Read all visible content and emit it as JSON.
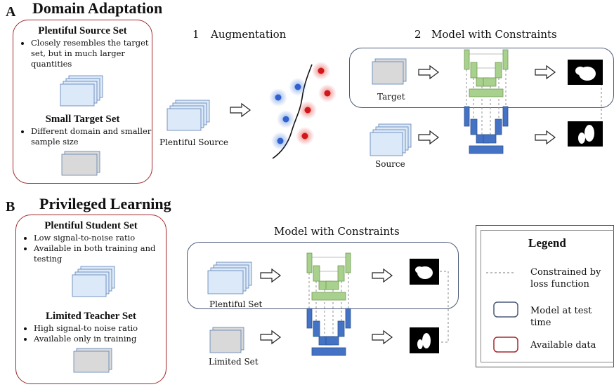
{
  "panel_a": {
    "letter": "A",
    "title": "Domain Adaptation",
    "source_box_title": "Plentiful Source Set",
    "source_bullets": [
      "Closely resembles the target set, but in much larger quantities"
    ],
    "target_box_title": "Small Target Set",
    "target_bullets": [
      "Different domain and smaller sample size"
    ],
    "step1_number": "1",
    "step1_label": "Augmentation",
    "step2_number": "2",
    "step2_label": "Model with Constraints",
    "plentiful_source_caption": "Plentiful Source",
    "target_caption": "Target",
    "source_caption": "Source"
  },
  "panel_b": {
    "letter": "B",
    "title": "Privileged Learning",
    "student_box_title": "Plentiful Student Set",
    "student_bullets": [
      "Low signal-to-noise ratio",
      "Available in both training and testing"
    ],
    "teacher_box_title": "Limited Teacher Set",
    "teacher_bullets": [
      "High signal-to noise ratio",
      "Available only in training"
    ],
    "model_label": "Model with Constraints",
    "plentiful_set_caption": "Plentiful Set",
    "limited_set_caption": "Limited Set"
  },
  "legend": {
    "title": "Legend",
    "items": [
      {
        "icon": "dashed-line",
        "label": "Constrained by loss function"
      },
      {
        "icon": "blue-rounded-box",
        "label": "Model at test time"
      },
      {
        "icon": "red-rounded-box",
        "label": "Available data"
      }
    ]
  },
  "colors": {
    "red_border": "#a3282c",
    "blue_border": "#4a5a78",
    "green_block": "#a9d18e",
    "blue_block": "#4472c4",
    "light_image": "#dce9f8",
    "gray_image": "#d9d9d9",
    "red_point": "#e02020",
    "blue_point": "#3a6fd8"
  }
}
